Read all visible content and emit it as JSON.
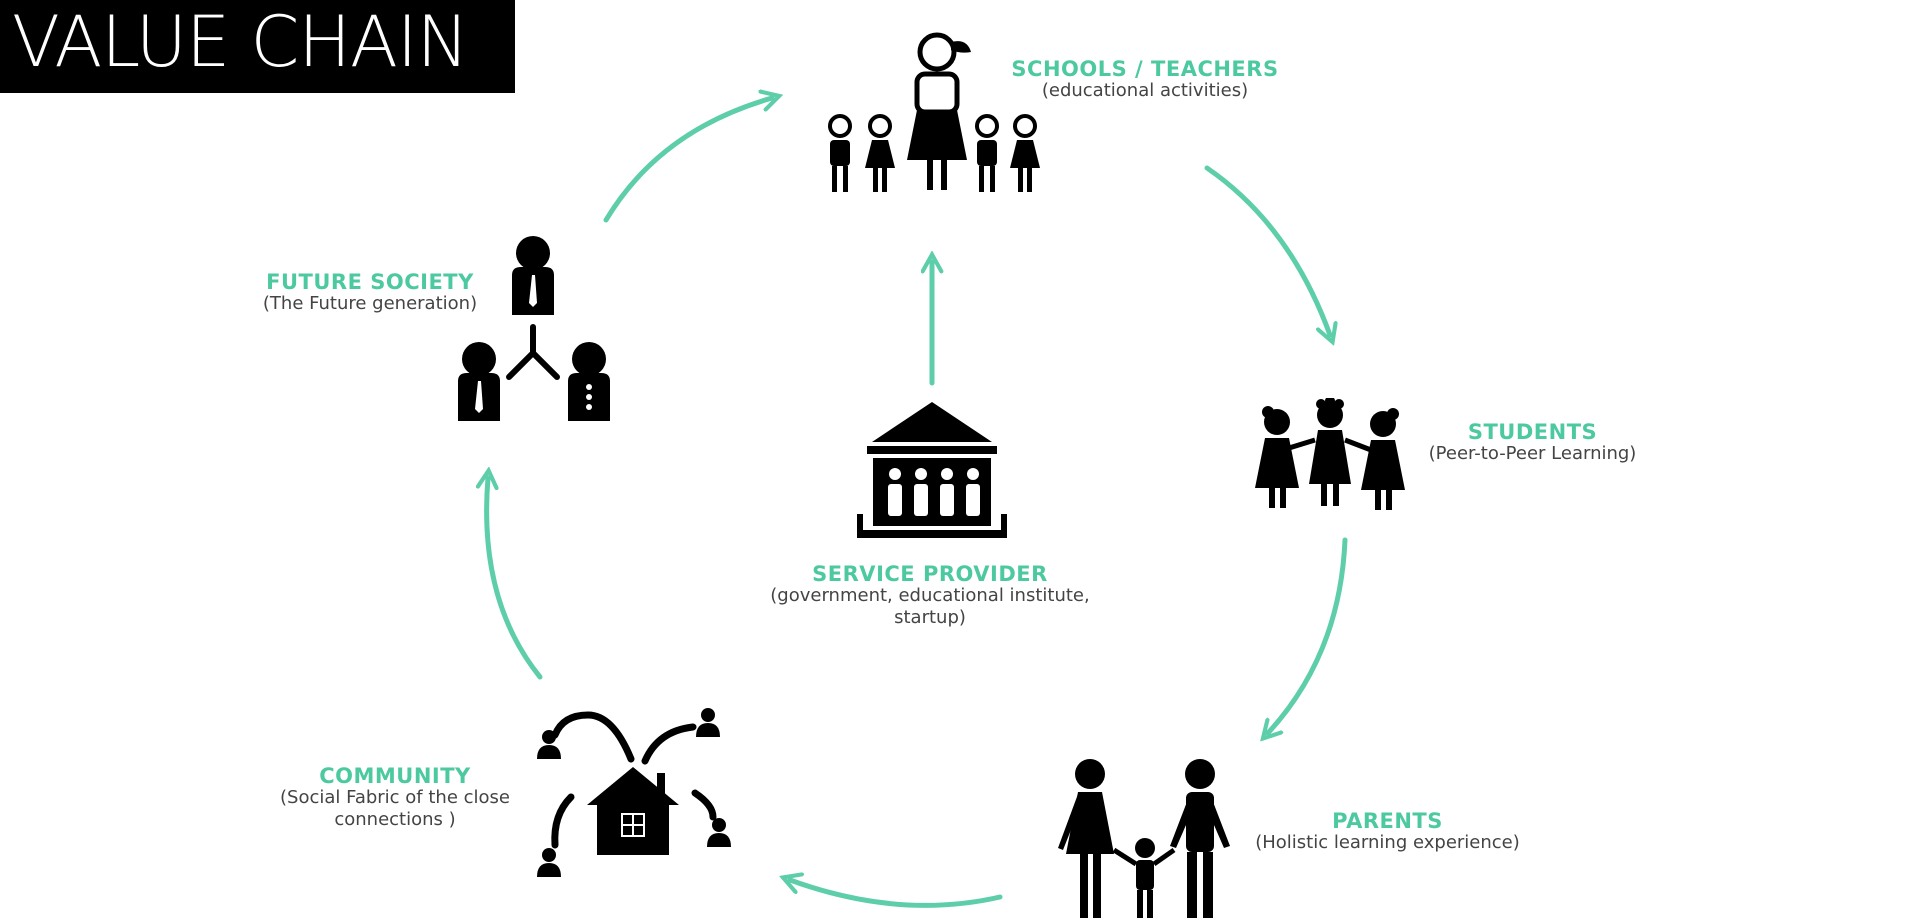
{
  "header": {
    "title": "VALUE CHAIN"
  },
  "colors": {
    "accent": "#4cc9a0",
    "icon": "#000000",
    "subtitle": "#444444"
  },
  "nodes": {
    "schools": {
      "title": "SCHOOLS / TEACHERS",
      "subtitle": "(educational activities)",
      "icon": "teacher-with-children-icon"
    },
    "students": {
      "title": "STUDENTS",
      "subtitle": "(Peer-to-Peer Learning)",
      "icon": "three-children-holding-hands-icon"
    },
    "parents": {
      "title": "PARENTS",
      "subtitle": "(Holistic learning experience)",
      "icon": "family-icon"
    },
    "community": {
      "title": "COMMUNITY",
      "subtitle_line1": "(Social Fabric of the close",
      "subtitle_line2": "connections )",
      "icon": "house-network-icon"
    },
    "future": {
      "title": "FUTURE SOCIETY",
      "subtitle": "(The Future generation)",
      "icon": "people-hierarchy-icon"
    },
    "provider": {
      "title": "SERVICE PROVIDER",
      "subtitle_line1": "(government, educational institute,",
      "subtitle_line2": "startup)",
      "icon": "institution-building-icon"
    }
  }
}
